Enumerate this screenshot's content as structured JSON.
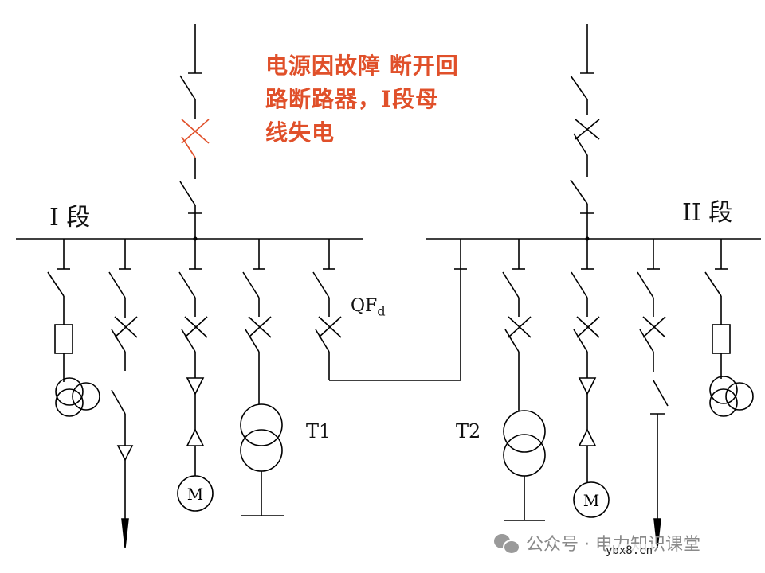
{
  "annotation": {
    "line1": "电源因故障 断开回",
    "line2": "路断路器，I段母",
    "line3": "线失电"
  },
  "labels": {
    "section1": "I 段",
    "section2": "II 段",
    "tie_breaker": "QF",
    "tie_breaker_sub": "d",
    "transformer1": "T1",
    "transformer2": "T2",
    "motor": "M"
  },
  "watermark": {
    "text": "公众号 · 电力知识课堂",
    "site": "ybx8.cn"
  },
  "colors": {
    "line": "#000000",
    "fault": "#e0502a",
    "annotation": "#e0502a"
  }
}
